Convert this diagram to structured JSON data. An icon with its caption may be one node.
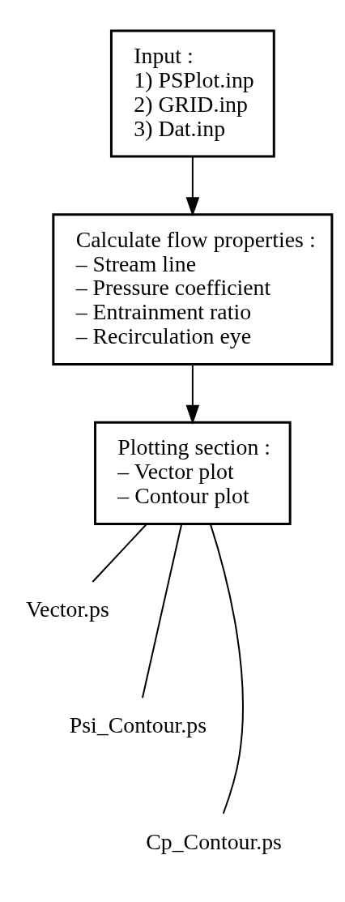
{
  "diagram": {
    "nodes": [
      {
        "text": [
          "Input :",
          "1) PSPlot.inp",
          "2) GRID.inp",
          "3) Dat.inp"
        ]
      },
      {
        "text": [
          "Calculate flow properties :",
          "– Stream line",
          "– Pressure coefficient",
          "– Entrainment ratio",
          "– Recirculation eye"
        ]
      },
      {
        "text": [
          "Plotting section :",
          "– Vector plot",
          "– Contour plot"
        ]
      },
      {
        "text": [
          "Vector.ps"
        ]
      },
      {
        "text": [
          "Psi_Contour.ps"
        ]
      },
      {
        "text": [
          "Cp_Contour.ps"
        ]
      }
    ],
    "edges": [
      {
        "from": 0,
        "to": 1,
        "arrow": "to"
      },
      {
        "from": 1,
        "to": 2,
        "arrow": "to"
      },
      {
        "from": 2,
        "to": 3,
        "arrow": "none"
      },
      {
        "from": 2,
        "to": 4,
        "arrow": "none"
      },
      {
        "from": 2,
        "to": 5,
        "arrow": "none"
      }
    ]
  }
}
